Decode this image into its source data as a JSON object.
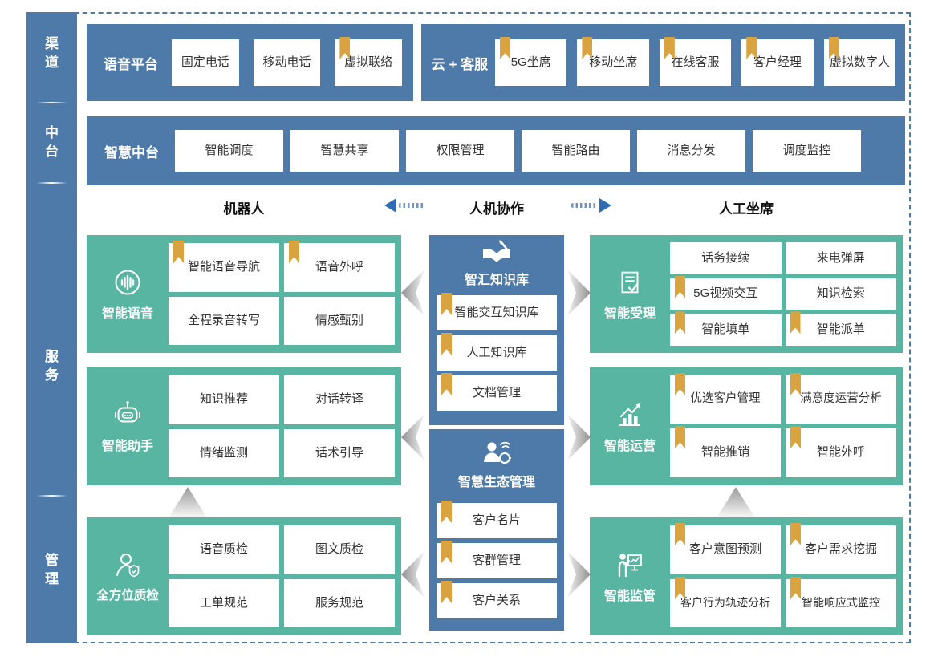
{
  "colors": {
    "blue": "#4d7aa9",
    "green": "#58b5a2",
    "gold": "#d9a440",
    "frame_dash": "#4b7aab",
    "arrow_blue": "#2f6cb3",
    "box_text": "#333333"
  },
  "sidebar": {
    "sections": [
      {
        "label": "渠道"
      },
      {
        "label": "中台"
      },
      {
        "label": "服务"
      },
      {
        "label": "管理"
      }
    ]
  },
  "voice_platform": {
    "label": "语音平台",
    "items": [
      {
        "label": "固定电话",
        "bookmark": false
      },
      {
        "label": "移动电话",
        "bookmark": false
      },
      {
        "label": "虚拟联络",
        "bookmark": true
      }
    ]
  },
  "cloud_service": {
    "label": "云 + 客服",
    "items": [
      {
        "label": "5G坐席",
        "bookmark": true
      },
      {
        "label": "移动坐席",
        "bookmark": true
      },
      {
        "label": "在线客服",
        "bookmark": true
      },
      {
        "label": "客户经理",
        "bookmark": true
      },
      {
        "label": "虚拟数字人",
        "bookmark": true
      }
    ]
  },
  "smart_middle": {
    "label": "智慧中台",
    "items": [
      {
        "label": "智能调度",
        "bookmark": false
      },
      {
        "label": "智慧共享",
        "bookmark": false
      },
      {
        "label": "权限管理",
        "bookmark": false
      },
      {
        "label": "智能路由",
        "bookmark": false
      },
      {
        "label": "消息分发",
        "bookmark": false
      },
      {
        "label": "调度监控",
        "bookmark": false
      }
    ]
  },
  "collab_header": {
    "left": "机器人",
    "center": "人机协作",
    "right": "人工坐席"
  },
  "smart_voice": {
    "label": "智能语音",
    "icon": "voice-icon",
    "items": [
      {
        "label": "智能语音导航",
        "bookmark": true
      },
      {
        "label": "语音外呼",
        "bookmark": true
      },
      {
        "label": "全程录音转写",
        "bookmark": false
      },
      {
        "label": "情感甄别",
        "bookmark": false
      }
    ]
  },
  "smart_assistant": {
    "label": "智能助手",
    "icon": "robot-icon",
    "items": [
      {
        "label": "知识推荐",
        "bookmark": false
      },
      {
        "label": "对话转译",
        "bookmark": false
      },
      {
        "label": "情绪监测",
        "bookmark": false
      },
      {
        "label": "话术引导",
        "bookmark": false
      }
    ]
  },
  "quality_inspection": {
    "label": "全方位质检",
    "icon": "person-badge-icon",
    "items": [
      {
        "label": "语音质检",
        "bookmark": false
      },
      {
        "label": "图文质检",
        "bookmark": false
      },
      {
        "label": "工单规范",
        "bookmark": false
      },
      {
        "label": "服务规范",
        "bookmark": false
      }
    ]
  },
  "knowledge_hub": {
    "label": "智汇知识库",
    "icon": "book-pen-icon",
    "items": [
      {
        "label": "智能交互知识库",
        "bookmark": true
      },
      {
        "label": "人工知识库",
        "bookmark": true
      },
      {
        "label": "文档管理",
        "bookmark": true
      }
    ]
  },
  "eco_management": {
    "label": "智慧生态管理",
    "icon": "person-network-icon",
    "items": [
      {
        "label": "客户名片",
        "bookmark": true
      },
      {
        "label": "客群管理",
        "bookmark": true
      },
      {
        "label": "客户关系",
        "bookmark": true
      }
    ]
  },
  "smart_acceptance": {
    "label": "智能受理",
    "icon": "doc-check-icon",
    "items": [
      {
        "label": "话务接续",
        "bookmark": false
      },
      {
        "label": "来电弹屏",
        "bookmark": false
      },
      {
        "label": "5G视频交互",
        "bookmark": true
      },
      {
        "label": "知识检索",
        "bookmark": false
      },
      {
        "label": "智能填单",
        "bookmark": true
      },
      {
        "label": "智能派单",
        "bookmark": true
      }
    ]
  },
  "smart_operation": {
    "label": "智能运营",
    "icon": "chart-up-icon",
    "items": [
      {
        "label": "优选客户管理",
        "bookmark": true
      },
      {
        "label": "满意度运营分析",
        "bookmark": true
      },
      {
        "label": "智能推销",
        "bookmark": true
      },
      {
        "label": "智能外呼",
        "bookmark": true
      }
    ]
  },
  "smart_supervision": {
    "label": "智能监管",
    "icon": "presenter-chart-icon",
    "items": [
      {
        "label": "客户意图预测",
        "bookmark": true
      },
      {
        "label": "客户需求挖掘",
        "bookmark": true
      },
      {
        "label": "客户行为轨迹分析",
        "bookmark": true
      },
      {
        "label": "智能响应式监控",
        "bookmark": true
      }
    ]
  }
}
